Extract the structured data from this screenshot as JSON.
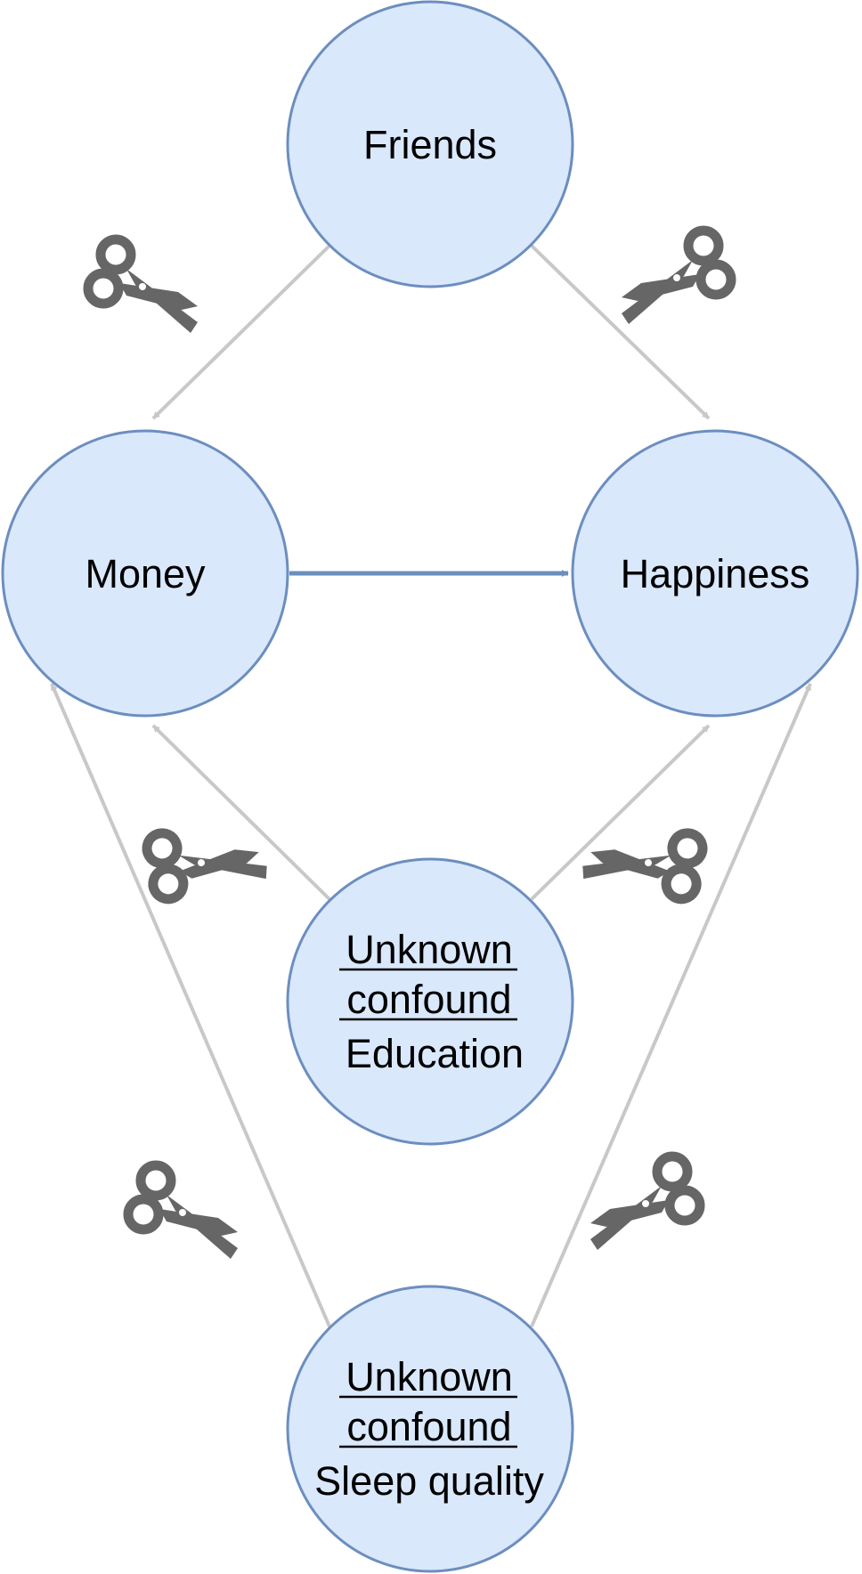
{
  "nodes": {
    "friends": {
      "label": "Friends"
    },
    "money": {
      "label": "Money"
    },
    "happiness": {
      "label": "Happiness"
    },
    "education": {
      "prefix_line1": "Unknown",
      "prefix_line2": "confound",
      "label": "Education"
    },
    "sleep": {
      "prefix_line1": "Unknown",
      "prefix_line2": "confound",
      "label": "Sleep quality"
    }
  },
  "edges": [
    {
      "from": "Friends",
      "to": "Money",
      "cut": true
    },
    {
      "from": "Friends",
      "to": "Happiness",
      "cut": true
    },
    {
      "from": "Money",
      "to": "Happiness",
      "cut": false
    },
    {
      "from": "Education",
      "to": "Money",
      "cut": true
    },
    {
      "from": "Education",
      "to": "Happiness",
      "cut": true
    },
    {
      "from": "Sleep quality",
      "to": "Money",
      "cut": true
    },
    {
      "from": "Sleep quality",
      "to": "Happiness",
      "cut": true
    }
  ],
  "icons": {
    "cut_marker": "scissors-icon"
  },
  "colors": {
    "node_fill": "#dae8fc",
    "node_stroke": "#6c8ebf",
    "cut_edge": "#c8c8c8",
    "main_edge": "#6c8ebf",
    "scissors": "#666666"
  }
}
